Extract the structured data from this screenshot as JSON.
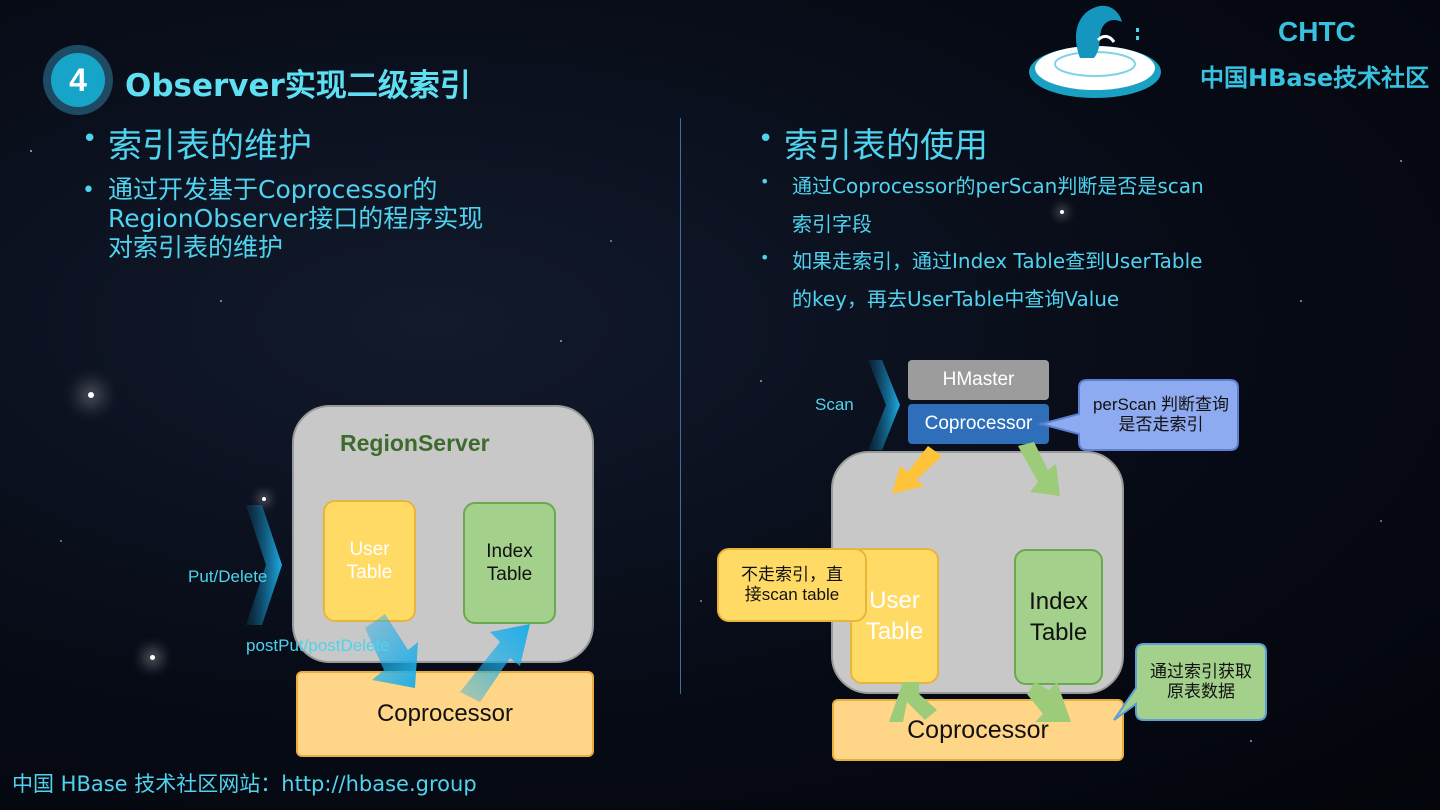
{
  "header": {
    "number": "4",
    "title": "Observer实现二级索引",
    "brand_en": "CHTC",
    "brand_cn": "中国HBase技术社区"
  },
  "left": {
    "heading": "索引表的维护",
    "bullet": "通过开发基于Coprocessor的RegionObserver接口的程序实现对索引表的维护"
  },
  "right": {
    "heading": "索引表的使用",
    "bullet1": "通过Coprocessor的perScan判断是否是scan索引字段",
    "bullet2": "如果走索引，通过Index Table查到UserTable的key，再去UserTable中查询Value"
  },
  "diagram_left": {
    "region_server": "RegionServer",
    "user_table": "User Table",
    "index_table": "Index Table",
    "coprocessor": "Coprocessor",
    "input_label": "Put/Delete",
    "hook_label": "postPut/postDelete"
  },
  "diagram_right": {
    "scan_label": "Scan",
    "hmaster": "HMaster",
    "coprocessor_top": "Coprocessor",
    "perscan_callout": "perScan 判断查询是否走索引",
    "direct_callout": "不走索引，直接scan table",
    "user_table": "User Table",
    "index_table": "Index Table",
    "coprocessor_bottom": "Coprocessor",
    "index_callout": "通过索引获取原表数据"
  },
  "footer": {
    "text": "中国 HBase 技术社区网站：http://hbase.group"
  },
  "colors": {
    "accent": "#4fd3ee",
    "yellow": "#ffdb66",
    "green": "#a3d08a",
    "coprocessor": "#ffd588",
    "blue_box": "#2f6fba",
    "arrow_blue": "#1eaee8"
  }
}
